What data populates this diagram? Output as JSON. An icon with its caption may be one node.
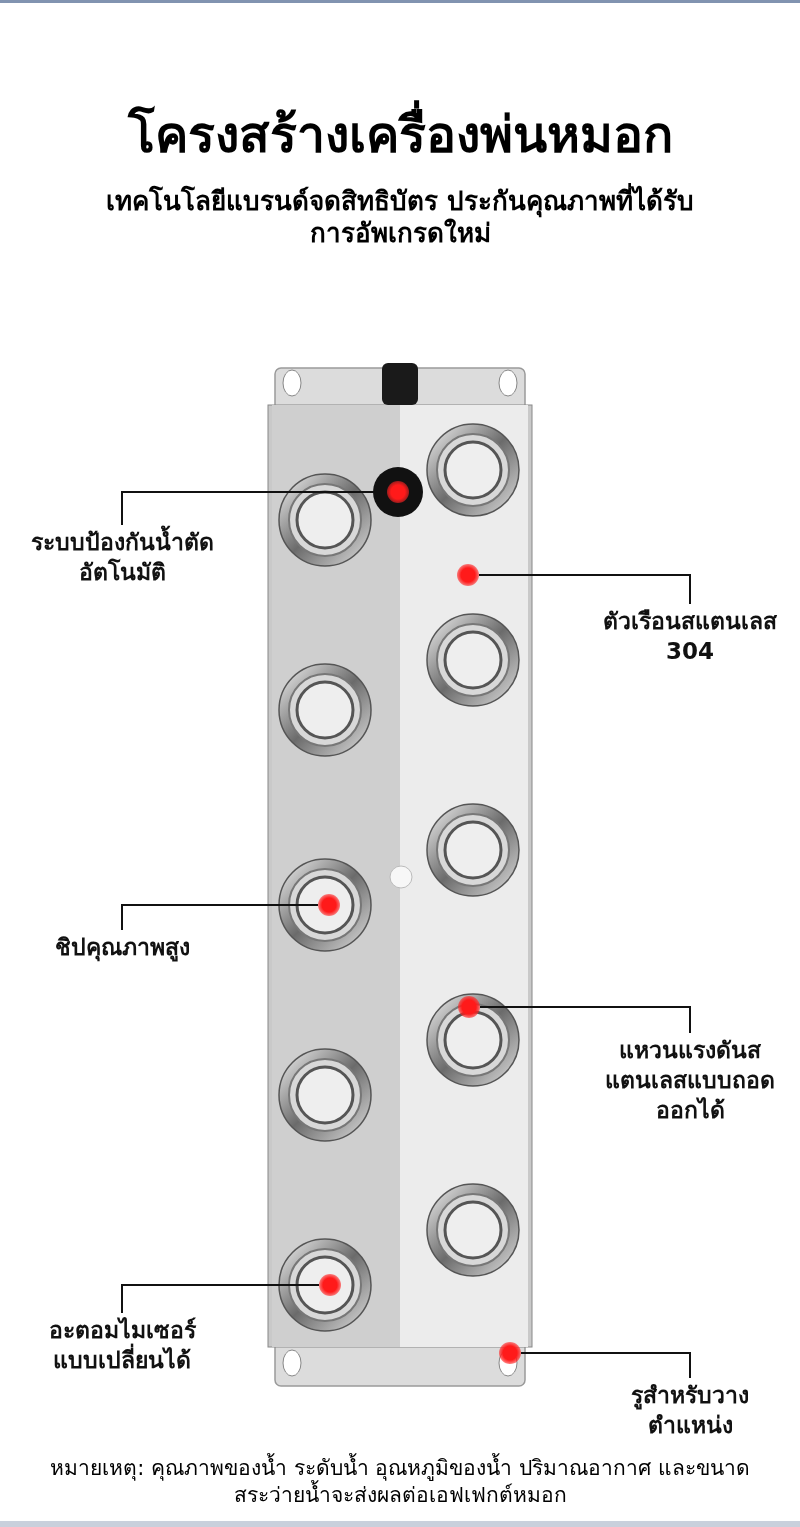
{
  "diagram": {
    "title": "โครงสร้างเครื่องพ่นหมอก",
    "nodes": [
      {
        "text": [
          "ระบบป้องกันน้ำตัดอัตโนมัติ"
        ]
      },
      {
        "text": [
          "ตัวเรือนสแตนเลส 304"
        ]
      },
      {
        "text": [
          "ชิปคุณภาพสูง"
        ]
      },
      {
        "text": [
          "แหวนแรงดันสแตนเลสแบบถอดออกได้"
        ]
      },
      {
        "text": [
          "อะตอมไมเซอร์แบบเปลี่ยนได้"
        ]
      },
      {
        "text": [
          "รูสำหรับวางตำแหน่ง"
        ]
      },
      {
        "text": [],
        "shape": "circle"
      },
      {
        "text": [],
        "shape": "circle"
      },
      {
        "text": [],
        "shape": "circle"
      },
      {
        "text": [],
        "shape": "circle"
      },
      {
        "text": [],
        "shape": "circle"
      },
      {
        "text": [],
        "shape": "circle"
      }
    ],
    "edges": [
      {
        "from": 0,
        "to": 6,
        "arrow": "none"
      },
      {
        "from": 1,
        "to": 7,
        "arrow": "none"
      },
      {
        "from": 2,
        "to": 8,
        "arrow": "none"
      },
      {
        "from": 3,
        "to": 9,
        "arrow": "none"
      },
      {
        "from": 4,
        "to": 10,
        "arrow": "none"
      },
      {
        "from": 5,
        "to": 11,
        "arrow": "none"
      }
    ],
    "labels": [
      "เทคโนโลยีแบรนด์จดสิทธิบัตร ประกันคุณภาพที่ได้รับการอัพเกรดใหม่",
      "หมายเหตุ: คุณภาพของน้ำ ระดับน้ำ อุณหภูมิของน้ำ ปริมาณอากาศ และขนาดสระว่ายน้ำจะส่งผลต่อเอฟเฟกต์หมอก"
    ]
  }
}
